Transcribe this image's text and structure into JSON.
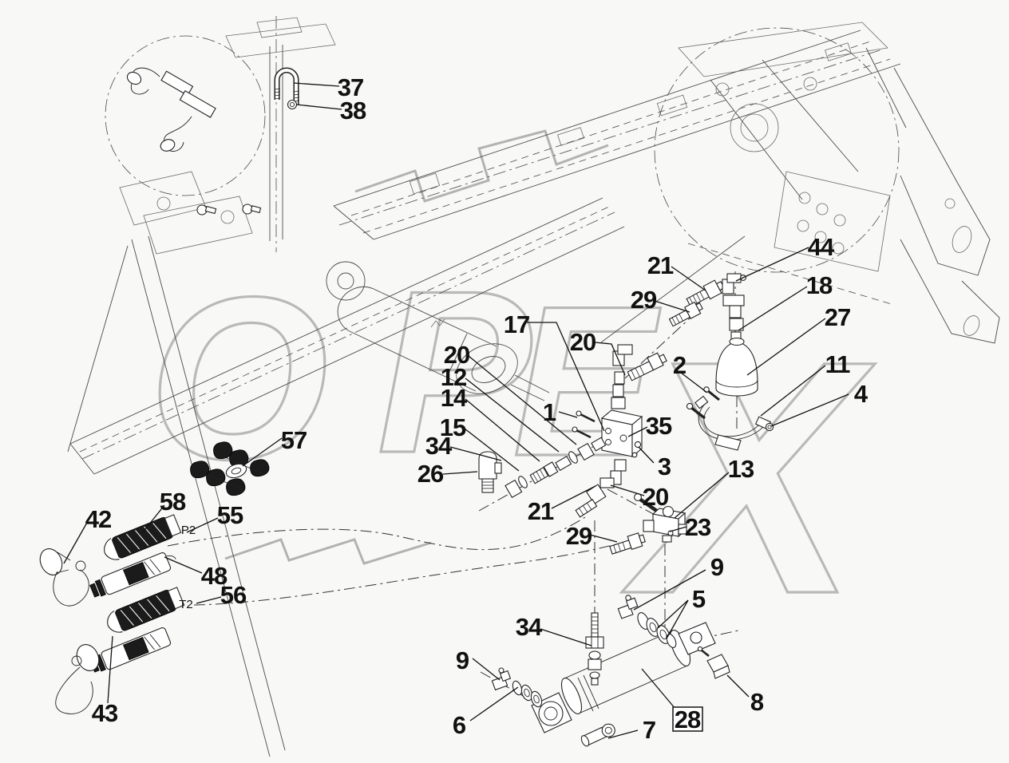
{
  "figure": {
    "watermark": {
      "text": "OPEX",
      "letters": [
        "O",
        "P",
        "E",
        "X"
      ],
      "color": "#b9b9b9"
    }
  },
  "port_labels": {
    "p2": "P2",
    "t2": "T2"
  },
  "callouts": {
    "c37": {
      "label": "37"
    },
    "c38": {
      "label": "38"
    },
    "c44": {
      "label": "44"
    },
    "c21a": {
      "label": "21"
    },
    "c29a": {
      "label": "29"
    },
    "c18": {
      "label": "18"
    },
    "c27": {
      "label": "27"
    },
    "c2": {
      "label": "2"
    },
    "c11": {
      "label": "11"
    },
    "c4": {
      "label": "4"
    },
    "c17": {
      "label": "17"
    },
    "c20a": {
      "label": "20"
    },
    "c20b": {
      "label": "20"
    },
    "c12": {
      "label": "12"
    },
    "c14": {
      "label": "14"
    },
    "c15": {
      "label": "15"
    },
    "c34a": {
      "label": "34"
    },
    "c26": {
      "label": "26"
    },
    "c1": {
      "label": "1"
    },
    "c35": {
      "label": "35"
    },
    "c3": {
      "label": "3"
    },
    "c20c": {
      "label": "20"
    },
    "c21b": {
      "label": "21"
    },
    "c13": {
      "label": "13"
    },
    "c23": {
      "label": "23"
    },
    "c29b": {
      "label": "29"
    },
    "c57": {
      "label": "57"
    },
    "c58": {
      "label": "58"
    },
    "c55": {
      "label": "55"
    },
    "c42": {
      "label": "42"
    },
    "c48": {
      "label": "48"
    },
    "c56": {
      "label": "56"
    },
    "c43": {
      "label": "43"
    },
    "c9a": {
      "label": "9"
    },
    "c5": {
      "label": "5"
    },
    "c34b": {
      "label": "34"
    },
    "c9b": {
      "label": "9"
    },
    "c6": {
      "label": "6"
    },
    "c7": {
      "label": "7"
    },
    "c28": {
      "label": "28",
      "boxed": true
    },
    "c8": {
      "label": "8"
    }
  }
}
